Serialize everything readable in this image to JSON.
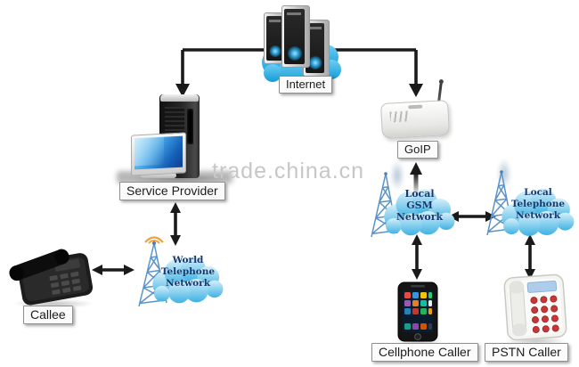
{
  "watermark": "trade.china.cn",
  "nodes": {
    "internet": {
      "label": "Internet"
    },
    "service_provider": {
      "label": "Service Provider"
    },
    "goip": {
      "label": "GoIP"
    },
    "gsm_network": {
      "text": "Local\nGSM\nNetwork"
    },
    "local_telephone_network": {
      "text": "Local\nTelephone\nNetwork"
    },
    "world_telephone_network": {
      "text": "World\nTelephone\nNetwork"
    },
    "callee": {
      "label": "Callee"
    },
    "cellphone_caller": {
      "label": "Cellphone Caller"
    },
    "pstn_caller": {
      "label": "PSTN Caller"
    }
  },
  "colors": {
    "internet_cloud": "#1fa6e0",
    "network_cloud": "#49b6e6",
    "cloud_text": "#16386e",
    "arrow": "#1a1a1a",
    "watermark": "#c7c7c7",
    "tower_lattice": "#5b93c8",
    "world_tower_waves": "#f0a13a"
  }
}
